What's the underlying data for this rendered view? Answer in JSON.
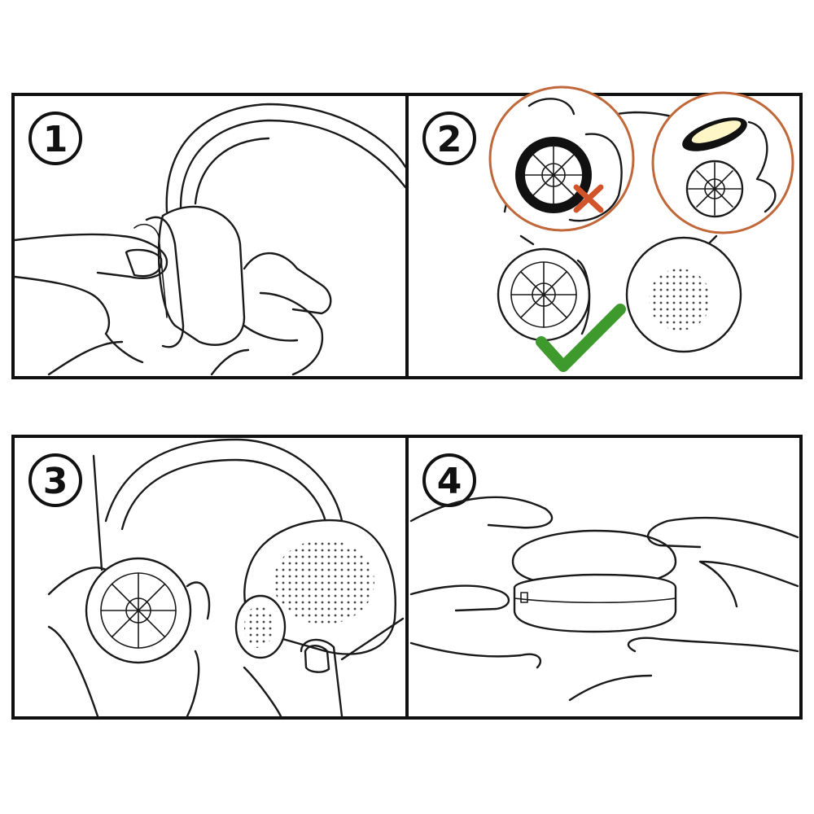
{
  "steps": [
    {
      "number": "1"
    },
    {
      "number": "2"
    },
    {
      "number": "3"
    },
    {
      "number": "4"
    }
  ],
  "colors": {
    "frame": "#111111",
    "callout_ring": "#c0683a",
    "wrong_mark": "#d2542a",
    "correct_mark": "#3f9a2e"
  },
  "icons": {
    "wrong": "cross-icon",
    "correct": "check-icon"
  }
}
